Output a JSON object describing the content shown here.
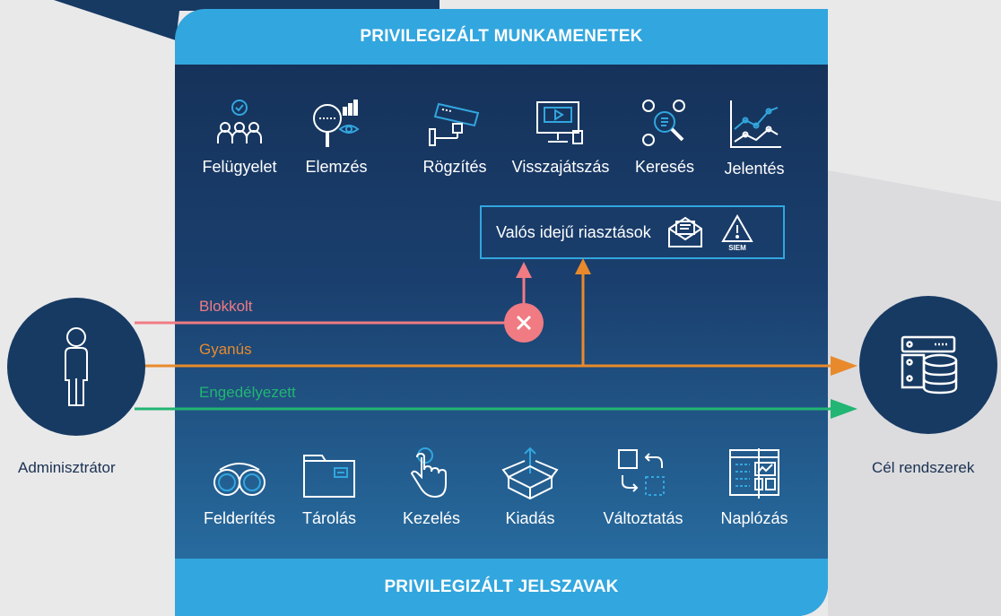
{
  "top_band": {
    "title": "PRIVILEGIZÁLT MUNKAMENETEK"
  },
  "bottom_band": {
    "title": "PRIVILEGIZÁLT JELSZAVAK"
  },
  "session_features": [
    {
      "label": "Felügyelet",
      "icon": "people-check-icon"
    },
    {
      "label": "Elemzés",
      "icon": "magnifier-eye-icon"
    },
    {
      "label": "Rögzítés",
      "icon": "security-camera-icon"
    },
    {
      "label": "Visszajátszás",
      "icon": "monitor-play-icon"
    },
    {
      "label": "Keresés",
      "icon": "search-people-icon"
    },
    {
      "label": "Jelentés",
      "icon": "line-chart-icon"
    }
  ],
  "alerts": {
    "label": "Valós idejű riasztások",
    "icons": [
      "envelope-icon",
      "siem-warning-icon"
    ],
    "siem_text": "SIEM"
  },
  "lanes": [
    {
      "label": "Blokkolt",
      "color": "#f07b83"
    },
    {
      "label": "Gyanús",
      "color": "#e88a2c"
    },
    {
      "label": "Engedélyezett",
      "color": "#22b573"
    }
  ],
  "password_features": [
    {
      "label": "Felderítés",
      "icon": "binoculars-icon"
    },
    {
      "label": "Tárolás",
      "icon": "folder-icon"
    },
    {
      "label": "Kezelés",
      "icon": "hand-pointer-icon"
    },
    {
      "label": "Kiadás",
      "icon": "open-box-icon"
    },
    {
      "label": "Változtatás",
      "icon": "change-arrows-icon"
    },
    {
      "label": "Naplózás",
      "icon": "log-window-icon"
    }
  ],
  "admin": {
    "label": "Adminisztrátor",
    "icon": "person-icon"
  },
  "target": {
    "label": "Cél rendszerek",
    "icon": "server-database-icon"
  },
  "colors": {
    "accent": "#32a6de",
    "panel_dark": "#142f55",
    "circle": "#173a63"
  }
}
